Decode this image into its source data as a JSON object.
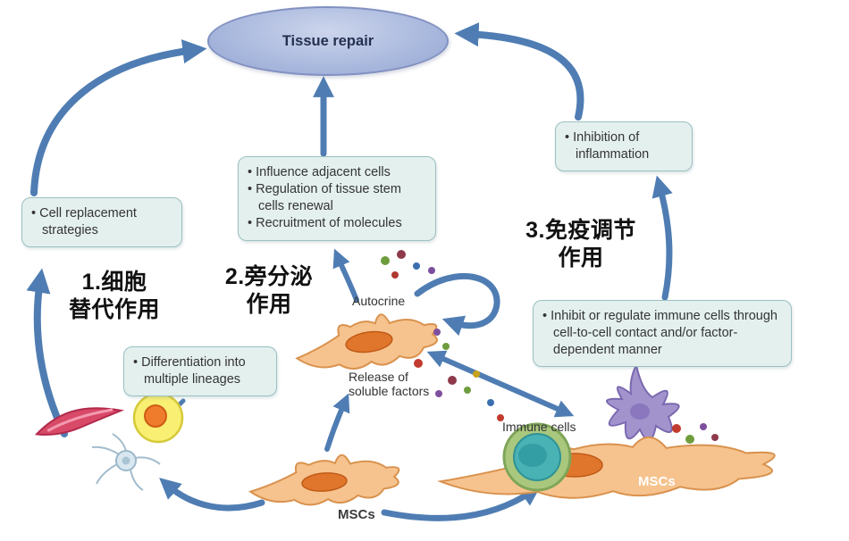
{
  "tissue_repair": {
    "label": "Tissue repair"
  },
  "boxes": {
    "cell_replacement": {
      "items": [
        "Cell replacement strategies"
      ]
    },
    "paracrine_effects": {
      "items": [
        "Influence adjacent cells",
        "Regulation of tissue stem cells renewal",
        "Recruitment of molecules"
      ]
    },
    "inhibition": {
      "items": [
        "Inhibition of inflammation"
      ]
    },
    "immune_regulation": {
      "items": [
        "Inhibit or regulate immune cells through cell-to-cell contact and/or factor-dependent manner"
      ]
    },
    "differentiation": {
      "items": [
        "Differentiation into multiple lineages"
      ]
    }
  },
  "pathways": {
    "p1": "1.细胞\n替代作用",
    "p2": "2.旁分泌\n作用",
    "p3": "3.免疫调节\n作用"
  },
  "labels": {
    "autocrine": "Autocrine",
    "release": "Release of\nsoluble factors",
    "immune_cells": "Immune cells",
    "mscs_right": "MSCs",
    "mscs_bottom": "MSCs"
  },
  "colors": {
    "arrow": "#4f7db3",
    "box_bg": "#e4f0ee",
    "box_border": "#9bc0c2",
    "ellipse_fill": "#a9b8dd",
    "msc_fill": "#f6c38e",
    "msc_nucleus": "#e0762c",
    "immune_outer": "#a9c77d",
    "immune_inner": "#49b2b4",
    "dendritic_cell": "#a393cc",
    "muscle_cell": "#d84a68",
    "adipocyte": "#f8ef73",
    "neuron": "#d9e7f0"
  }
}
